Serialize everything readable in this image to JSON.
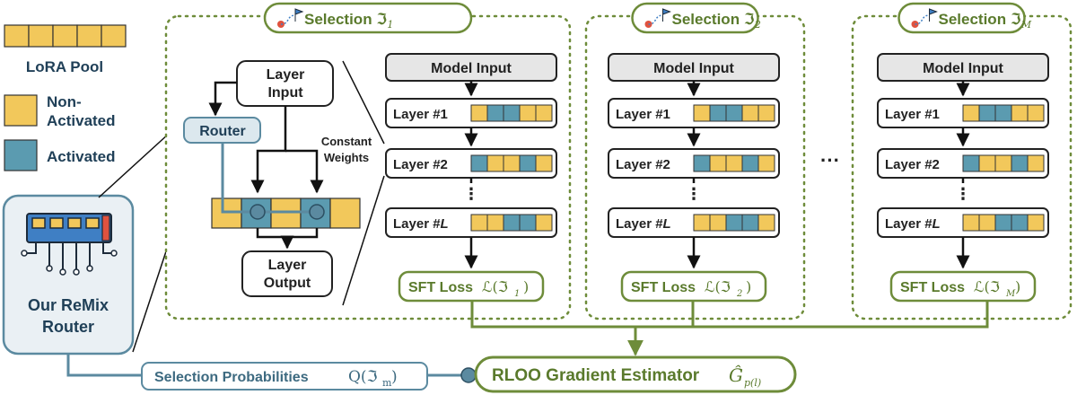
{
  "legend": {
    "pool_label": "LoRA Pool",
    "non_activated": [
      "Non-",
      "Activated"
    ],
    "activated": "Activated"
  },
  "router_panel": {
    "label": [
      "Our ReMix",
      "Router"
    ]
  },
  "detail": {
    "router": "Router",
    "layer_input": [
      "Layer",
      "Input"
    ],
    "layer_output": [
      "Layer",
      "Output"
    ],
    "constant_weights": [
      "Constant",
      "Weights"
    ]
  },
  "selections": [
    {
      "title": "Selection ℑ",
      "sub": "1",
      "model_input": "Model Input",
      "layers": [
        "Layer #1",
        "Layer #2",
        "Layer #"
      ],
      "layer_l_suffix": "L",
      "sft_loss": "SFT Loss",
      "loss_math": "ℒ(ℑ",
      "loss_sub": "1",
      "patterns": [
        [
          "y",
          "b",
          "b",
          "y",
          "y"
        ],
        [
          "b",
          "y",
          "y",
          "b",
          "y"
        ],
        [
          "y",
          "y",
          "b",
          "b",
          "y"
        ]
      ]
    },
    {
      "title": "Selection ℑ",
      "sub": "2",
      "model_input": "Model Input",
      "layers": [
        "Layer #1",
        "Layer #2",
        "Layer #"
      ],
      "layer_l_suffix": "L",
      "sft_loss": "SFT Loss",
      "loss_math": "ℒ(ℑ",
      "loss_sub": "2",
      "patterns": [
        [
          "y",
          "b",
          "b",
          "y",
          "y"
        ],
        [
          "b",
          "y",
          "y",
          "b",
          "y"
        ],
        [
          "y",
          "y",
          "b",
          "b",
          "y"
        ]
      ]
    },
    {
      "title": "Selection ℑ",
      "sub": "M",
      "model_input": "Model Input",
      "layers": [
        "Layer #1",
        "Layer #2",
        "Layer #"
      ],
      "layer_l_suffix": "L",
      "sft_loss": "SFT Loss",
      "loss_math": "ℒ(ℑ",
      "loss_sub": "M",
      "patterns": [
        [
          "y",
          "b",
          "b",
          "y",
          "y"
        ],
        [
          "b",
          "y",
          "y",
          "b",
          "y"
        ],
        [
          "y",
          "y",
          "b",
          "b",
          "y"
        ]
      ]
    }
  ],
  "ellipsis": "···",
  "bottom": {
    "selection_probabilities": "Selection Probabilities",
    "prob_math": "Q(ℑ",
    "prob_sub": "m",
    "rloo": "RLOO Gradient Estimator",
    "rloo_math": "Ĝ",
    "rloo_sub": "p(l)"
  },
  "colors": {
    "yellow": "#f2c85b",
    "blue": "#5b9bb0",
    "green": "#6e8c3a",
    "slate": "#5b8aa0",
    "panel_fill": "#eaf0f4",
    "layer_fill": "#e6e6e6"
  }
}
